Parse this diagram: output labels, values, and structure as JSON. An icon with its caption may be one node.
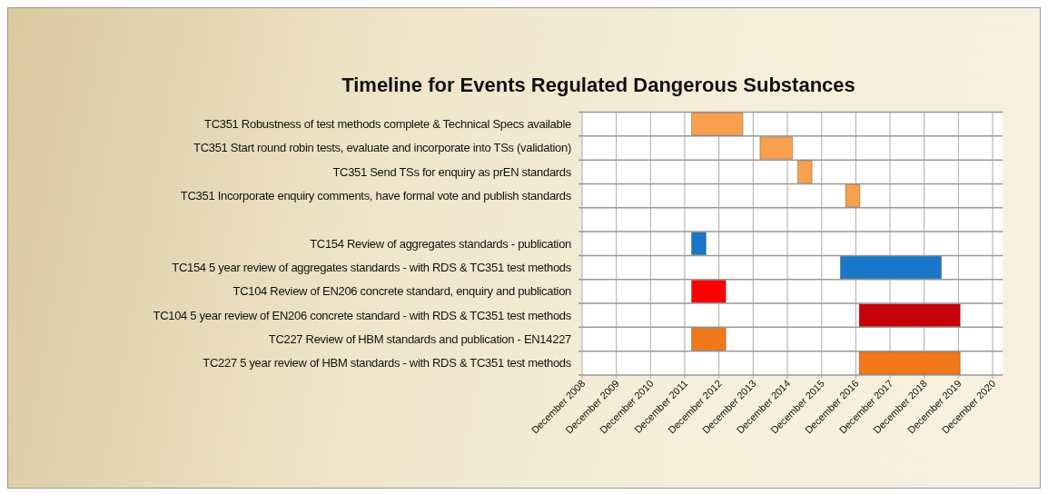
{
  "diagram": {
    "title": "Timeline for Events Regulated Dangerous Substances",
    "labels": [
      "TC351 Robustness of test methods complete & Technical Specs available",
      "TC351 Start round robin tests, evaluate and incorporate into TSs (validation)",
      "TC351 Send TSs for enquiry as prEN standards",
      "TC351 Incorporate enquiry comments, have formal vote and publish standards",
      "TC154 Review of aggregates standards - publication",
      "TC154 5 year review of aggregates standards - with RDS & TC351 test methods",
      "TC104 Review of EN206 concrete standard, enquiry and publication",
      "TC104 5 year review of EN206 concrete standard - with RDS & TC351 test methods",
      "TC227 Review of HBM standards and publication - EN14227",
      "TC227 5 year review of HBM standards - with RDS & TC351 test methods",
      "December 2008",
      "December 2009",
      "December 2010",
      "December 2011",
      "December 2012",
      "December 2013",
      "December 2014",
      "December 2015",
      "December 2016",
      "December 2017",
      "December 2018",
      "December 2019",
      "December 2020"
    ]
  }
}
